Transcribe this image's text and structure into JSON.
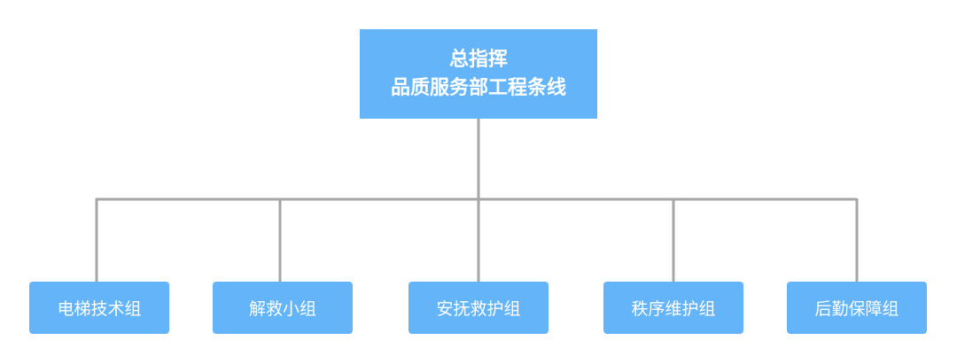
{
  "root": {
    "line1": "总指挥",
    "line2": "品质服务部工程条线"
  },
  "groups": [
    {
      "label": "电梯技术组"
    },
    {
      "label": "解救小组"
    },
    {
      "label": "安抚救护组"
    },
    {
      "label": "秩序维护组"
    },
    {
      "label": "后勤保障组"
    }
  ],
  "colors": {
    "box_fill": "#63b4f8",
    "box_text": "#ffffff",
    "connector": "#a6a6a6"
  }
}
